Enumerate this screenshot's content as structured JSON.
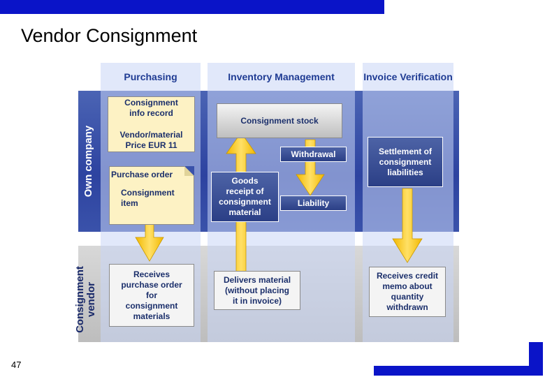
{
  "slide": {
    "title": "Vendor Consignment",
    "page_number": "47"
  },
  "columns": {
    "purchasing": "Purchasing",
    "inventory": "Inventory Management",
    "invoice": "Invoice Verification"
  },
  "rows": {
    "own_company": "Own company",
    "vendor_line1": "Consignment",
    "vendor_line2": "vendor"
  },
  "boxes": {
    "info_record_1": "Consignment",
    "info_record_2": "info record",
    "info_record_3": "Vendor/material",
    "info_record_4": "Price EUR 11",
    "po_1": "Purchase order",
    "po_2": "Consignment",
    "po_3": "item",
    "stock": "Consignment stock",
    "withdrawal": "Withdrawal",
    "goods_receipt_1": "Goods",
    "goods_receipt_2": "receipt of",
    "goods_receipt_3": "consignment",
    "goods_receipt_4": "material",
    "liability": "Liability",
    "settlement_1": "Settlement of",
    "settlement_2": "consignment",
    "settlement_3": "liabilities",
    "receives_po_1": "Receives",
    "receives_po_2": "purchase order",
    "receives_po_3": "for",
    "receives_po_4": "consignment",
    "receives_po_5": "materials",
    "delivers_1": "Delivers material",
    "delivers_2": "(without placing",
    "delivers_3": "it in invoice)",
    "credit_1": "Receives credit",
    "credit_2": "memo about",
    "credit_3": "quantity",
    "credit_4": "withdrawn"
  },
  "colors": {
    "accent_blue": "#0a14c8",
    "arrow_yellow": "#f7c600"
  }
}
